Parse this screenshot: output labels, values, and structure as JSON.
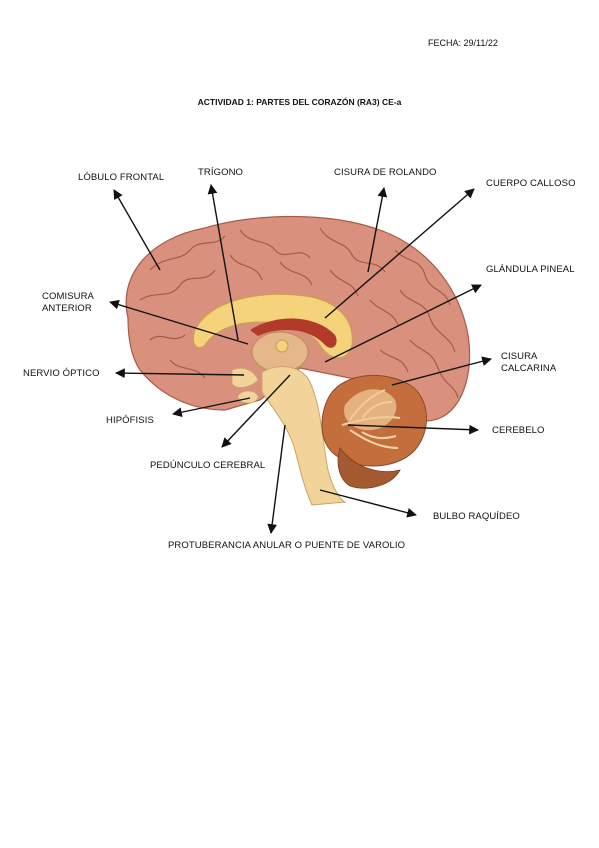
{
  "header": {
    "date": "FECHA: 29/11/22",
    "title": "ACTIVIDAD 1: PARTES DEL CORAZÓN (RA3) CE-a"
  },
  "labels": {
    "lobulo_frontal": "LÓBULO FRONTAL",
    "trigono": "TRÍGONO",
    "cisura_rolando": "CISURA DE ROLANDO",
    "cuerpo_calloso": "CUERPO CALLOSO",
    "comisura_anterior_1": "COMISURA",
    "comisura_anterior_2": "ANTERIOR",
    "glandula_pineal": "GLÁNDULA PINEAL",
    "nervio_optico": "NERVIO ÓPTICO",
    "cisura_calcarina_1": "CISURA",
    "cisura_calcarina_2": "CALCARINA",
    "hipofisis": "HIPÓFISIS",
    "cerebelo": "CEREBELO",
    "pedunculo": "PEDÚNCULO CEREBRAL",
    "bulbo": "BULBO RAQUÍDEO",
    "protuberancia": "PROTUBERANCIA ANULAR O PUENTE DE VAROLIO"
  },
  "colors": {
    "cortex": "#d9917d",
    "cortex_dark": "#b0604e",
    "corpus": "#f4d37a",
    "brainstem": "#f2d49a",
    "cerebellum": "#e8b07a",
    "red": "#b23a2a"
  }
}
